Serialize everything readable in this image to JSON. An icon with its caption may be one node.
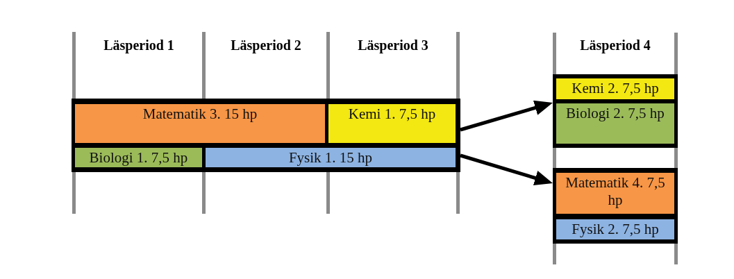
{
  "diagram": {
    "nodes": [
      {
        "text": [],
        "shape": "box"
      },
      {
        "text": [
          "Matematik 3. 15 hp"
        ],
        "in": 0
      },
      {
        "text": [
          "Kemi 1. 7,5 hp"
        ],
        "in": 0
      },
      {
        "text": [
          "Biologi 1. 7,5 hp"
        ],
        "in": 0
      },
      {
        "text": [
          "Fysik 1. 15 hp"
        ],
        "in": 0
      },
      {
        "text": [],
        "shape": "box"
      },
      {
        "text": [
          "Kemi 2. 7,5 hp"
        ],
        "in": 5
      },
      {
        "text": [
          "Biologi 2. 7,5 hp"
        ],
        "in": 5
      },
      {
        "text": [],
        "shape": "box"
      },
      {
        "text": [
          "Matematik 4. 7,5 hp"
        ],
        "in": 8
      },
      {
        "text": [
          "Fysik 2. 7,5 hp"
        ],
        "in": 8
      }
    ],
    "edges": [
      {
        "from": 0,
        "to": 5,
        "arrow": "to"
      },
      {
        "from": 0,
        "to": 8,
        "arrow": "to"
      }
    ],
    "labels": [
      "Läsperiod 1",
      "Läsperiod 2",
      "Läsperiod 3",
      "Läsperiod 4"
    ]
  }
}
